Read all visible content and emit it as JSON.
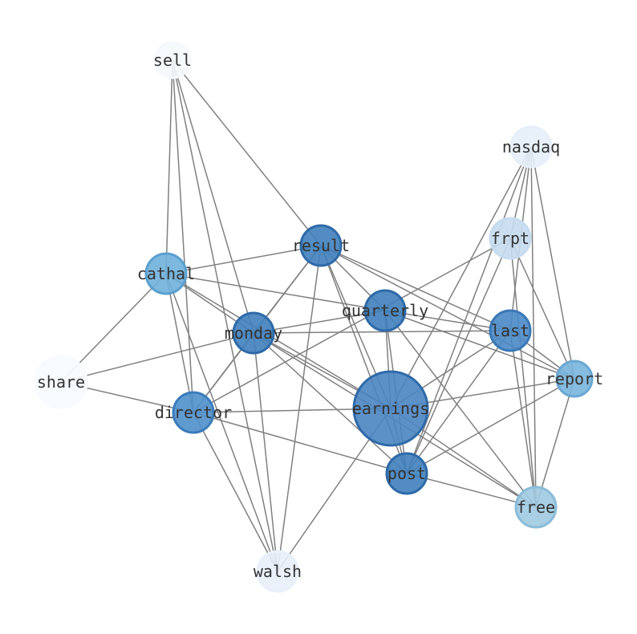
{
  "graph": {
    "nodes": [
      {
        "id": "sell",
        "label": "sell",
        "fill": "#f5f9fd",
        "stroke": "#f5f9fd",
        "size": 0
      },
      {
        "id": "nasdaq",
        "label": "nasdaq",
        "fill": "#e6eff9",
        "stroke": "#e6eff9",
        "size": 1
      },
      {
        "id": "frpt",
        "label": "frpt",
        "fill": "#c6dbef",
        "stroke": "#c6dbef",
        "size": 1
      },
      {
        "id": "result",
        "label": "result",
        "fill": "#3f7fbd",
        "stroke": "#2e6aa8",
        "size": 1
      },
      {
        "id": "cathal",
        "label": "cathal",
        "fill": "#6fb0dc",
        "stroke": "#5aa0d0",
        "size": 1
      },
      {
        "id": "quarterly",
        "label": "quarterly",
        "fill": "#3f7fbd",
        "stroke": "#2e6aa8",
        "size": 1
      },
      {
        "id": "last",
        "label": "last",
        "fill": "#4a8ac6",
        "stroke": "#3a78b6",
        "size": 1
      },
      {
        "id": "monday",
        "label": "monday",
        "fill": "#3f7fbd",
        "stroke": "#2e6aa8",
        "size": 1
      },
      {
        "id": "report",
        "label": "report",
        "fill": "#79b5db",
        "stroke": "#6aa8d3",
        "size": 4
      },
      {
        "id": "share",
        "label": "share",
        "fill": "#f7fbff",
        "stroke": "#f7fbff",
        "size": 2
      },
      {
        "id": "earnings",
        "label": "earnings",
        "fill": "#4a85c2",
        "stroke": "#2e6aa8",
        "size": 3
      },
      {
        "id": "director",
        "label": "director",
        "fill": "#4f90cb",
        "stroke": "#3a7cbc",
        "size": 1
      },
      {
        "id": "post",
        "label": "post",
        "fill": "#3f7fbd",
        "stroke": "#2e6aa8",
        "size": 1
      },
      {
        "id": "free",
        "label": "free",
        "fill": "#9ecae1",
        "stroke": "#8abcd9",
        "size": 1
      },
      {
        "id": "walsh",
        "label": "walsh",
        "fill": "#e8f0fa",
        "stroke": "#e8f0fa",
        "size": 1
      }
    ],
    "edges": [
      [
        "sell",
        "cathal"
      ],
      [
        "sell",
        "director"
      ],
      [
        "sell",
        "monday"
      ],
      [
        "sell",
        "result"
      ],
      [
        "sell",
        "walsh"
      ],
      [
        "nasdaq",
        "frpt"
      ],
      [
        "nasdaq",
        "report"
      ],
      [
        "nasdaq",
        "free"
      ],
      [
        "nasdaq",
        "last"
      ],
      [
        "nasdaq",
        "post"
      ],
      [
        "nasdaq",
        "earnings"
      ],
      [
        "frpt",
        "report"
      ],
      [
        "frpt",
        "free"
      ],
      [
        "frpt",
        "post"
      ],
      [
        "frpt",
        "director"
      ],
      [
        "result",
        "cathal"
      ],
      [
        "result",
        "quarterly"
      ],
      [
        "result",
        "last"
      ],
      [
        "result",
        "report"
      ],
      [
        "result",
        "earnings"
      ],
      [
        "result",
        "post"
      ],
      [
        "result",
        "director"
      ],
      [
        "result",
        "monday"
      ],
      [
        "result",
        "walsh"
      ],
      [
        "cathal",
        "quarterly"
      ],
      [
        "cathal",
        "monday"
      ],
      [
        "cathal",
        "earnings"
      ],
      [
        "cathal",
        "director"
      ],
      [
        "cathal",
        "walsh"
      ],
      [
        "cathal",
        "share"
      ],
      [
        "quarterly",
        "last"
      ],
      [
        "quarterly",
        "report"
      ],
      [
        "quarterly",
        "earnings"
      ],
      [
        "quarterly",
        "post"
      ],
      [
        "quarterly",
        "free"
      ],
      [
        "quarterly",
        "monday"
      ],
      [
        "last",
        "monday"
      ],
      [
        "last",
        "report"
      ],
      [
        "last",
        "earnings"
      ],
      [
        "last",
        "post"
      ],
      [
        "last",
        "free"
      ],
      [
        "monday",
        "earnings"
      ],
      [
        "monday",
        "post"
      ],
      [
        "monday",
        "director"
      ],
      [
        "monday",
        "share"
      ],
      [
        "monday",
        "walsh"
      ],
      [
        "monday",
        "free"
      ],
      [
        "report",
        "earnings"
      ],
      [
        "report",
        "post"
      ],
      [
        "report",
        "free"
      ],
      [
        "share",
        "director"
      ],
      [
        "earnings",
        "director"
      ],
      [
        "earnings",
        "post"
      ],
      [
        "earnings",
        "walsh"
      ],
      [
        "earnings",
        "free"
      ],
      [
        "director",
        "post"
      ],
      [
        "director",
        "walsh"
      ],
      [
        "post",
        "free"
      ]
    ]
  }
}
